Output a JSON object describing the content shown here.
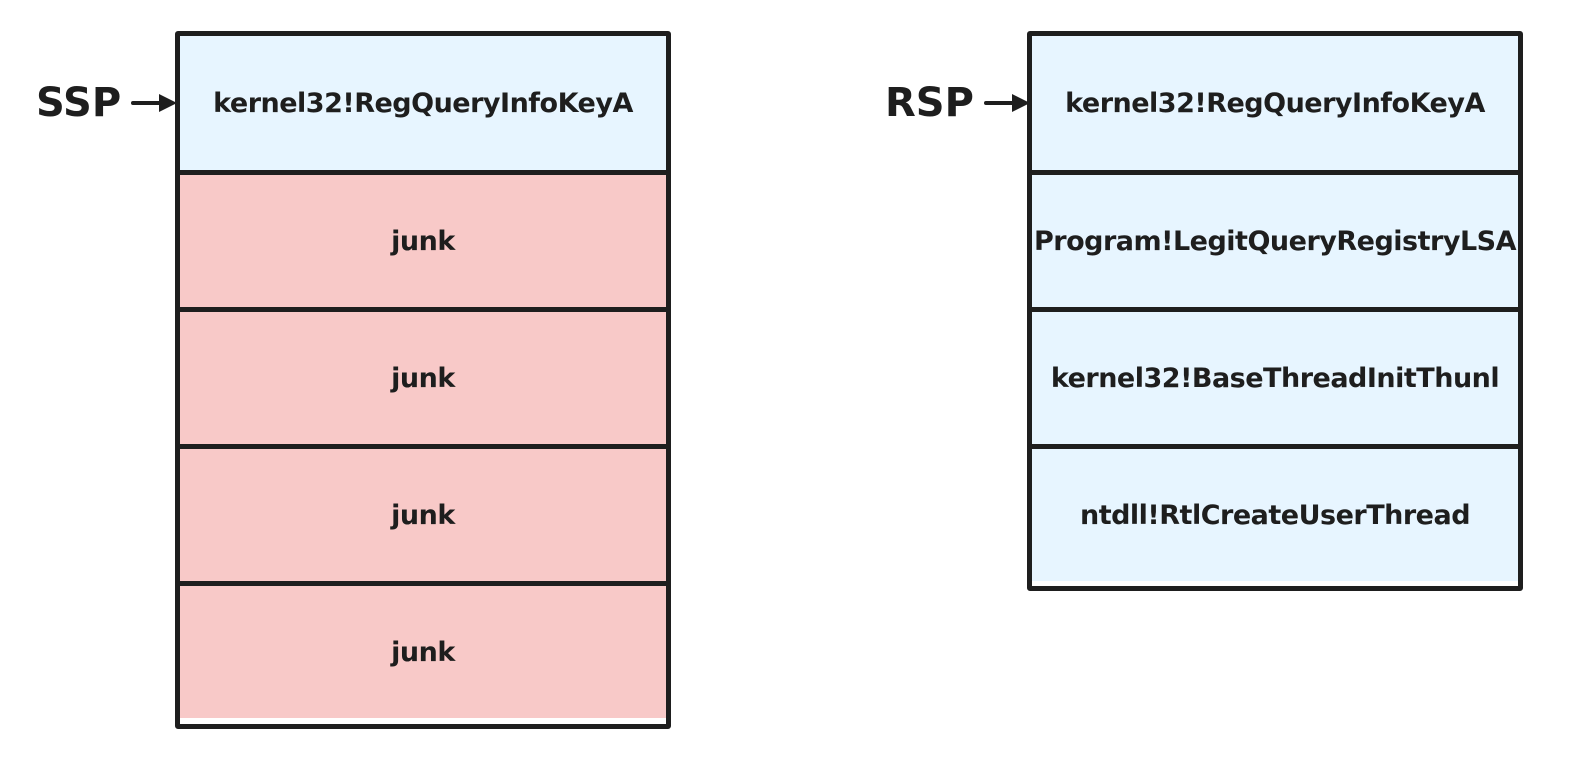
{
  "left_stack": {
    "pointer_label": "SSP",
    "cells": [
      {
        "label": "kernel32!RegQueryInfoKeyA",
        "fill": "#e7f5ff"
      },
      {
        "label": "junk",
        "fill": "#f8c9c8"
      },
      {
        "label": "junk",
        "fill": "#f8c9c8"
      },
      {
        "label": "junk",
        "fill": "#f8c9c8"
      },
      {
        "label": "junk",
        "fill": "#f8c9c8"
      }
    ]
  },
  "right_stack": {
    "pointer_label": "RSP",
    "cells": [
      {
        "label": "kernel32!RegQueryInfoKeyA",
        "fill": "#e7f5ff"
      },
      {
        "label": "Program!LegitQueryRegistryLSA",
        "fill": "#e7f5ff"
      },
      {
        "label": "kernel32!BaseThreadInitThunl",
        "fill": "#e7f5ff"
      },
      {
        "label": "ntdll!RtlCreateUserThread",
        "fill": "#e7f5ff"
      }
    ]
  },
  "colors": {
    "stroke": "#1e1e1e",
    "frame_blue": "#e7f5ff",
    "junk_red": "#f8c9c8"
  }
}
